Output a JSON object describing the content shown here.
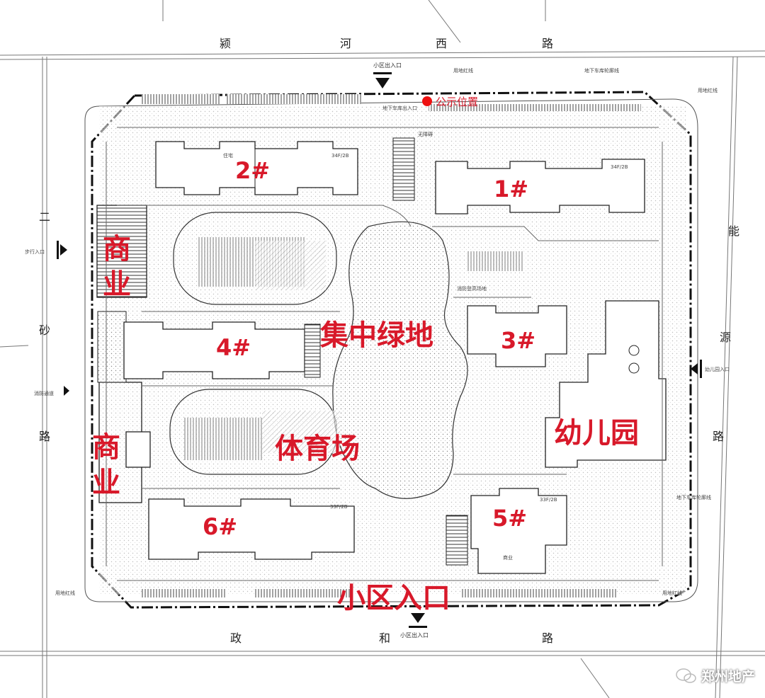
{
  "roads": {
    "north": [
      "颍",
      "河",
      "西",
      "路"
    ],
    "south": [
      "政",
      "和",
      "路"
    ],
    "west": [
      "二",
      "砂",
      "路"
    ],
    "east": [
      "能",
      "源",
      "路"
    ]
  },
  "buildings": [
    "1#",
    "2#",
    "3#",
    "4#",
    "5#",
    "6#"
  ],
  "zones": {
    "commercial_north": [
      "商",
      "业"
    ],
    "commercial_south": [
      "商",
      "业"
    ],
    "central_green": "集中绿地",
    "sports_field": "体育场",
    "kindergarten": "幼儿园",
    "main_entrance": "小区入口"
  },
  "notice_location": "公示位置",
  "small_labels": {
    "north_gate": "小区出入口",
    "south_gate": "小区出入口",
    "garage_north": "地下车库出入口",
    "garage_line": "地下车库轮廓线",
    "land_line": "用地红线",
    "pedestrian_entry": "步行入口",
    "fire_lane": "消防通道",
    "kindergarten_entry": "幼儿园入口",
    "garage_line_se": "地下车库轮廓线",
    "land_line_sw": "用地红线",
    "land_line_se": "用地红线",
    "land_line_ne": "用地红线",
    "fire_area": "消防登高场地",
    "no_obstacle": "无障碍",
    "residential": "住宅",
    "commerce": "商业",
    "floors_a": "34F/2B",
    "floors_b": "33F/2B"
  },
  "watermark": "郑州地产",
  "colors": {
    "accent": "#d8192a",
    "line": "#222222"
  }
}
